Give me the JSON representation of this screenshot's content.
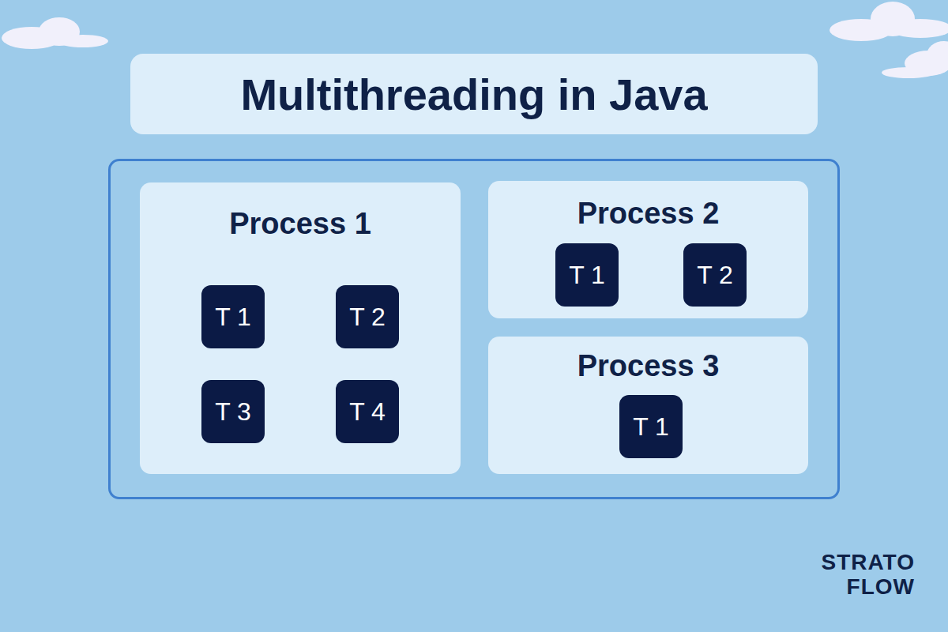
{
  "diagram": {
    "title": "Multithreading in Java",
    "nodes": [
      {
        "text": [
          "Process 1"
        ]
      },
      {
        "text": [
          "T 1"
        ],
        "in": 0
      },
      {
        "text": [
          "T 2"
        ],
        "in": 0
      },
      {
        "text": [
          "T 3"
        ],
        "in": 0
      },
      {
        "text": [
          "T 4"
        ],
        "in": 0
      },
      {
        "text": [
          "Process 2"
        ]
      },
      {
        "text": [
          "T 1"
        ],
        "in": 5
      },
      {
        "text": [
          "T 2"
        ],
        "in": 5
      },
      {
        "text": [
          "Process 3"
        ]
      },
      {
        "text": [
          "T 1"
        ],
        "in": 8
      }
    ],
    "edges": [
      {
        "from": 1,
        "to": 2,
        "arrow": "both"
      },
      {
        "from": 1,
        "to": 3,
        "arrow": "both"
      },
      {
        "from": 2,
        "to": 4,
        "arrow": "both"
      },
      {
        "from": 3,
        "to": 4,
        "arrow": "both"
      },
      {
        "from": 1,
        "to": 4,
        "arrow": "both"
      },
      {
        "from": 2,
        "to": 3,
        "arrow": "both"
      },
      {
        "from": 6,
        "to": 7,
        "arrow": "both"
      }
    ],
    "labels": [
      "STRATO",
      "FLOW"
    ]
  }
}
